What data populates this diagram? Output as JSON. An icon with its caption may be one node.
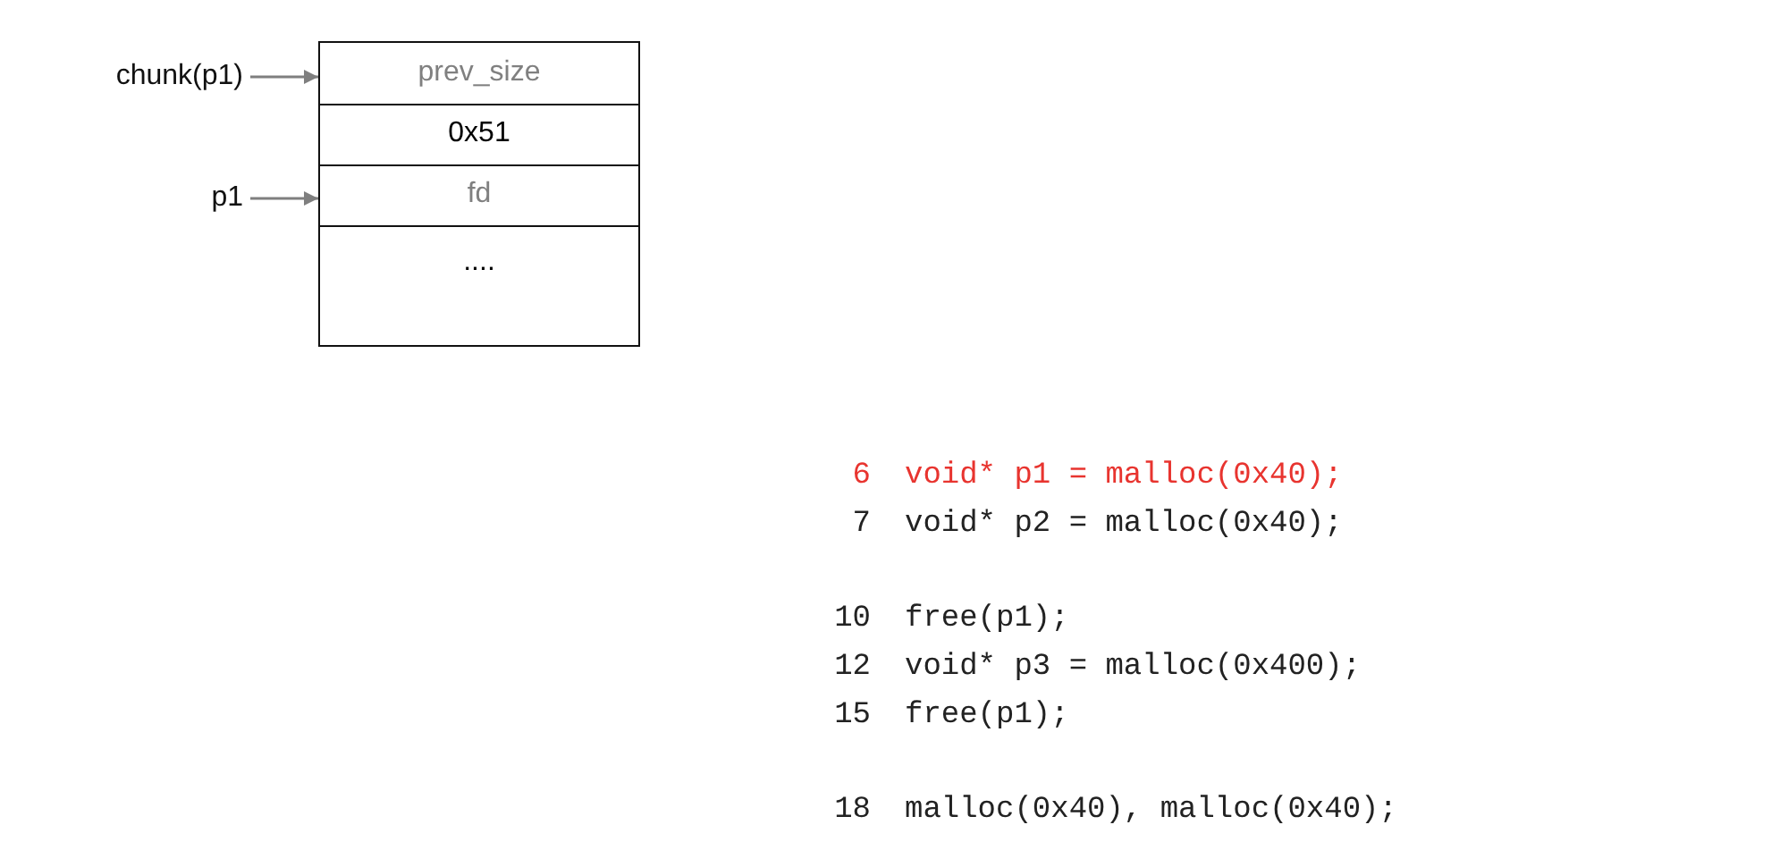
{
  "diagram": {
    "nodes": [
      {
        "text": [
          "chunk(p1)"
        ]
      },
      {
        "text": [
          "prev_size"
        ]
      },
      {
        "text": [
          "0x51"
        ]
      },
      {
        "text": [
          "p1"
        ]
      },
      {
        "text": [
          "fd"
        ]
      },
      {
        "text": [
          "...."
        ]
      }
    ],
    "edges": [
      {
        "from": 0,
        "to": 1,
        "arrow": "to"
      },
      {
        "from": 3,
        "to": 4,
        "arrow": "to"
      }
    ],
    "labels": [
      "6",
      "void* p1 = malloc(0x40);",
      "7",
      "void* p2 = malloc(0x40);",
      "10",
      "free(p1);",
      "12",
      "void* p3 = malloc(0x400);",
      "15",
      "free(p1);",
      "18",
      "malloc(0x40), malloc(0x40);"
    ]
  }
}
